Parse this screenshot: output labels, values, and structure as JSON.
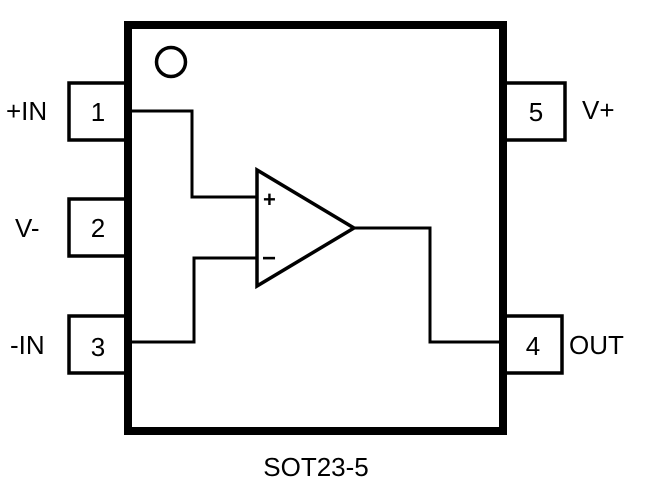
{
  "package": {
    "name": "SOT23-5"
  },
  "pins": [
    {
      "number": "1",
      "label": "+IN"
    },
    {
      "number": "2",
      "label": "V-"
    },
    {
      "number": "3",
      "label": "-IN"
    },
    {
      "number": "4",
      "label": "OUT"
    },
    {
      "number": "5",
      "label": "V+"
    }
  ],
  "opamp": {
    "plus_symbol": "+",
    "minus_symbol": "−"
  },
  "colors": {
    "stroke": "#000000",
    "background": "#ffffff"
  }
}
